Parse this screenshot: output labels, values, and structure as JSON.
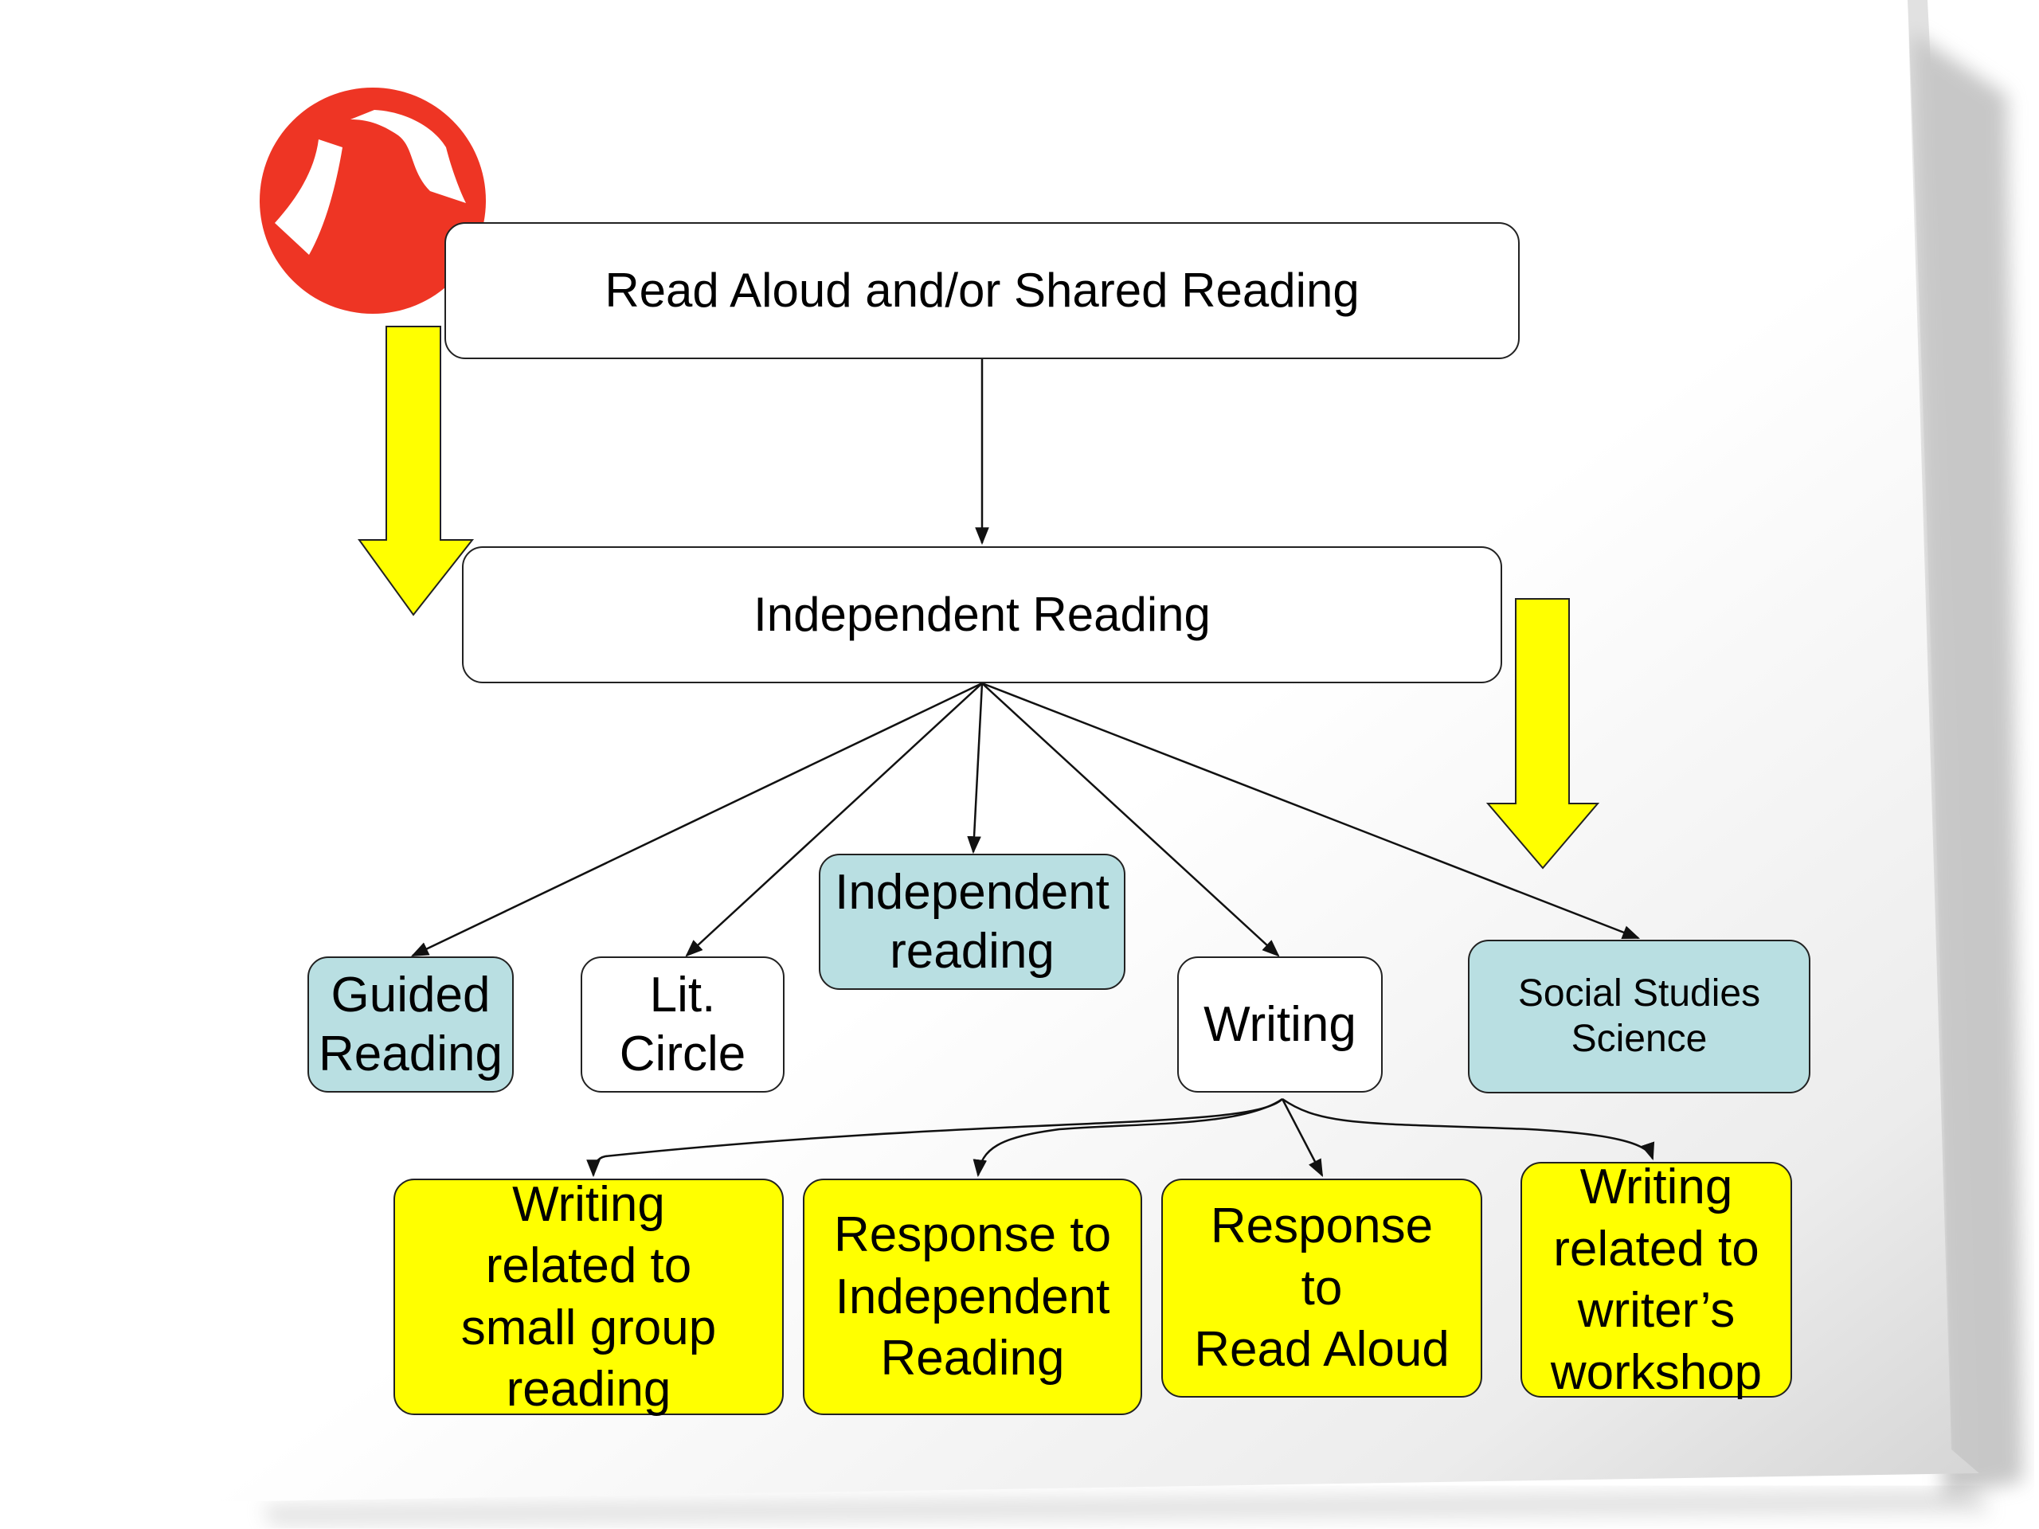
{
  "logo": {
    "name": "red-circle-logo",
    "color": "#ee3524"
  },
  "colors": {
    "node_blue": "#b9dfe2",
    "node_yellow": "#ffff00",
    "arrow_yellow": "#ffff00",
    "line": "#111111"
  },
  "nodes": {
    "read_aloud": "Read Aloud and/or Shared Reading",
    "independent_reading_top": "Independent Reading",
    "guided_reading": "Guided\nReading",
    "lit_circle": "Lit.\nCircle",
    "independent_reading_small": "Independent\nreading",
    "writing": "Writing",
    "social_studies": "Social Studies\nScience",
    "writing_small_group": "Writing\nrelated to\nsmall group\nreading",
    "response_independent": "Response to\nIndependent\nReading",
    "response_read_aloud": "Response\nto\nRead Aloud",
    "writing_workshop": "Writing\nrelated to\nwriter’s\nworkshop"
  }
}
